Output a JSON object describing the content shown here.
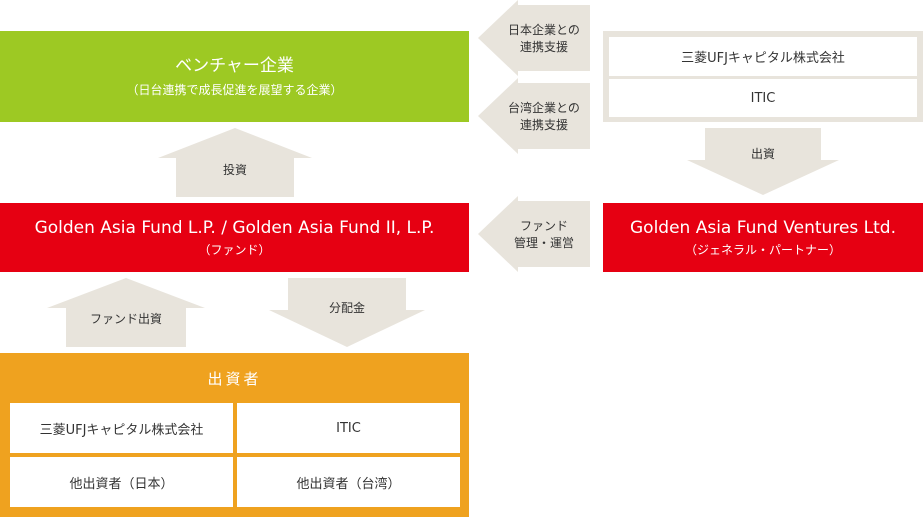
{
  "venture": {
    "title": "ベンチャー企業",
    "subtitle": "（日台連携で成長促進を展望する企業）"
  },
  "fund": {
    "title": "Golden Asia Fund L.P. / Golden Asia Fund II, L.P.",
    "subtitle": "（ファンド）"
  },
  "gp": {
    "title": "Golden Asia Fund Ventures Ltd.",
    "subtitle": "（ジェネラル・パートナー）"
  },
  "sponsors": {
    "items": [
      "三菱UFJキャピタル株式会社",
      "ITIC"
    ]
  },
  "investors": {
    "title": "出資者",
    "cells": [
      "三菱UFJキャピタル株式会社",
      "ITIC",
      "他出資者（日本）",
      "他出資者（台湾）"
    ]
  },
  "arrows": {
    "japan_support_line1": "日本企業との",
    "japan_support_line2": "連携支援",
    "taiwan_support_line1": "台湾企業との",
    "taiwan_support_line2": "連携支援",
    "investment": "投資",
    "gp_contribution": "出資",
    "management_line1": "ファンド",
    "management_line2": "管理・運営",
    "fund_contribution": "ファンド出資",
    "distribution": "分配金"
  },
  "colors": {
    "green": "#9dc923",
    "red": "#e60012",
    "orange": "#efa21f",
    "gray": "#e8e4dc"
  }
}
